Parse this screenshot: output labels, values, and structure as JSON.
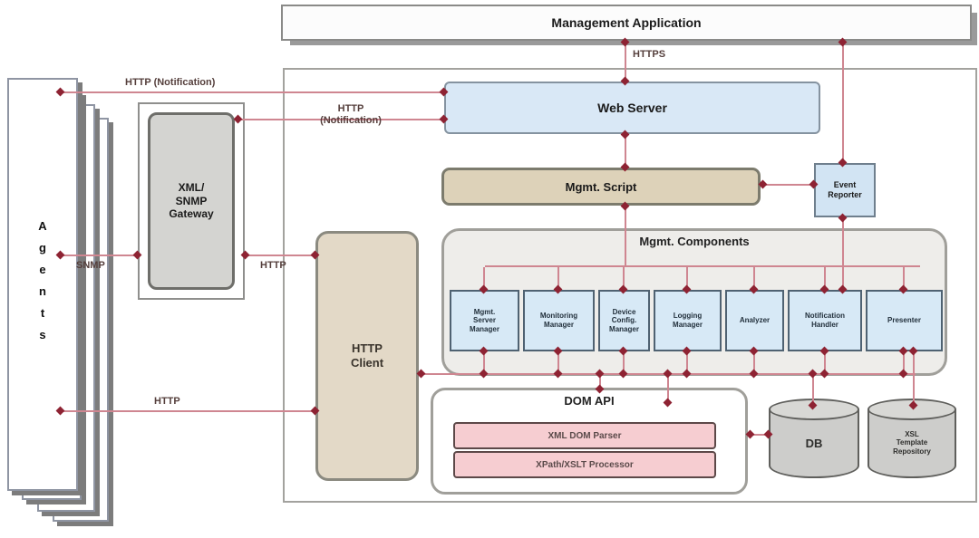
{
  "diagram": {
    "management_application": "Management Application",
    "web_server": "Web Server",
    "mgmt_script": "Mgmt. Script",
    "event_reporter": "Event\nReporter",
    "mgmt_components": {
      "title": "Mgmt. Components",
      "items": [
        {
          "label": "Mgmt.\nServer\nManager"
        },
        {
          "label": "Monitoring\nManager"
        },
        {
          "label": "Device\nConfig.\nManager"
        },
        {
          "label": "Logging\nManager"
        },
        {
          "label": "Analyzer"
        },
        {
          "label": "Notification\nHandler"
        },
        {
          "label": "Presenter"
        }
      ]
    },
    "dom_api": {
      "title": "DOM API",
      "parser": "XML DOM Parser",
      "processor": "XPath/XSLT Processor"
    },
    "db": "DB",
    "xsl_repository": "XSL\nTemplate\nRepository",
    "http_client": "HTTP\nClient",
    "xml_snmp_gateway": "XML/\nSNMP\nGateway",
    "agents": "Agents",
    "edge_labels": {
      "https": "HTTPS",
      "http_notification_agents": "HTTP (Notification)",
      "http_notification_gateway": "HTTP\n(Notification)",
      "snmp": "SNMP",
      "http_gateway_client": "HTTP",
      "http_agents_client": "HTTP"
    },
    "colors": {
      "connector_line": "#cf8691",
      "connector_arrow": "#8e2333",
      "blue_node_fill": "#d9e8f6",
      "tan_node_fill": "#ddd2b9",
      "pink_node_fill": "#f6cdd1",
      "gray_node_fill": "#d4d4d1",
      "container_fill": "#eeedea"
    }
  }
}
